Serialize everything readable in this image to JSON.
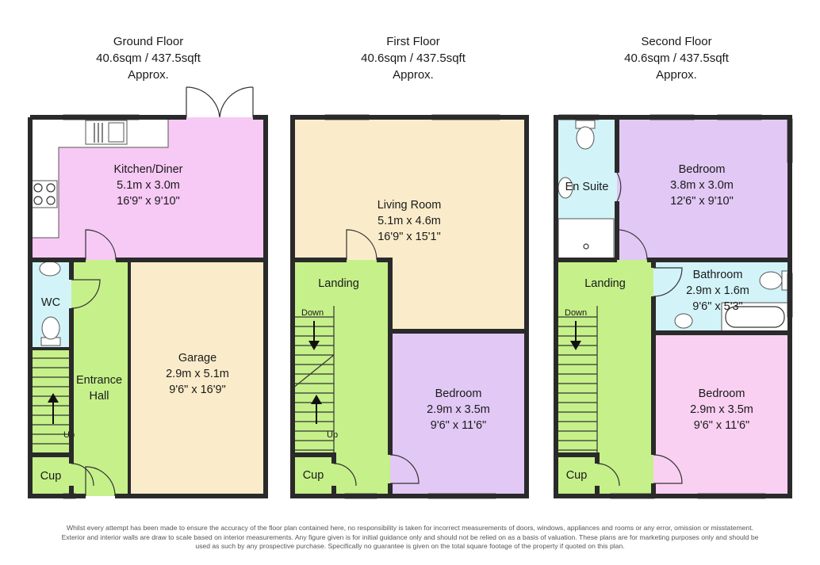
{
  "floors": [
    {
      "title": "Ground Floor",
      "area": "40.6sqm / 437.5sqft",
      "approx": "Approx.",
      "rooms": [
        {
          "name": "Kitchen/Diner",
          "metric": "5.1m x 3.0m",
          "imperial": "16'9\" x 9'10\""
        },
        {
          "name": "WC"
        },
        {
          "name": "Entrance",
          "name2": "Hall"
        },
        {
          "name": "Garage",
          "metric": "2.9m x 5.1m",
          "imperial": "9'6\" x 16'9\""
        },
        {
          "name": "Cup"
        }
      ],
      "stairs": {
        "label": "Up"
      }
    },
    {
      "title": "First Floor",
      "area": "40.6sqm / 437.5sqft",
      "approx": "Approx.",
      "rooms": [
        {
          "name": "Living Room",
          "metric": "5.1m x 4.6m",
          "imperial": "16'9\" x 15'1\""
        },
        {
          "name": "Landing"
        },
        {
          "name": "Bedroom",
          "metric": "2.9m x 3.5m",
          "imperial": "9'6\" x 11'6\""
        },
        {
          "name": "Cup"
        }
      ],
      "stairs": {
        "label_down": "Down",
        "label_up": "Up"
      }
    },
    {
      "title": "Second Floor",
      "area": "40.6sqm / 437.5sqft",
      "approx": "Approx.",
      "rooms": [
        {
          "name": "En Suite"
        },
        {
          "name": "Bedroom",
          "metric": "3.8m x 3.0m",
          "imperial": "12'6\" x 9'10\""
        },
        {
          "name": "Landing"
        },
        {
          "name": "Bathroom",
          "metric": "2.9m x 1.6m",
          "imperial": "9'6\" x 5'3\""
        },
        {
          "name": "Bedroom",
          "metric": "2.9m x 3.5m",
          "imperial": "9'6\" x 11'6\""
        },
        {
          "name": "Cup"
        }
      ],
      "stairs": {
        "label_down": "Down"
      }
    }
  ],
  "disclaimer": [
    "Whilst every attempt has been made to ensure the accuracy of the floor plan contained here, no responsibility is taken for incorrect measurements of doors, windows, appliances and rooms or any error, omission or misstatement.",
    "Exterior and interior walls are draw to scale based on interior measurements. Any figure given is for initial guidance only and should not be relied on as a basis of valuation. These plans are for marketing purposes only and should be",
    "used as such by any prospective purchase. Specifically no guarantee is given on the total square footage of the property if quoted on this plan."
  ],
  "colors": {
    "kitchen": "#f7c9f5",
    "hall_green": "#c6f08a",
    "garage_beige": "#faecca",
    "wc_blue": "#d2f4f9",
    "bedroom_purple": "#e2c8f5",
    "bedroom_pink": "#f9d0f2",
    "wall": "#2a2a2a"
  }
}
